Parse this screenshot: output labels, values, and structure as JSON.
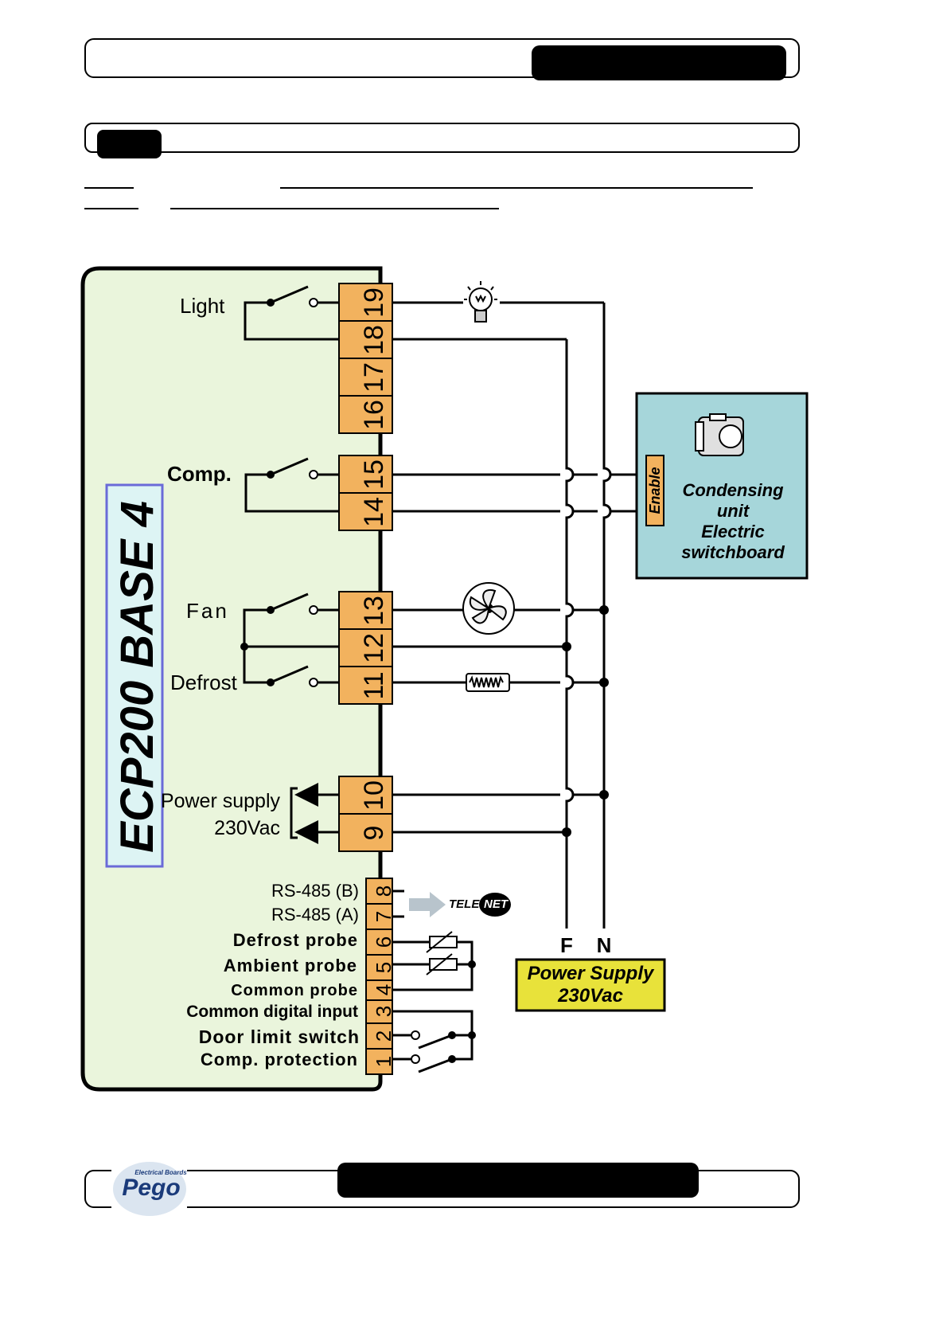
{
  "diagram": {
    "device_label": "ECP200 BASE 4",
    "outputs": {
      "light": "Light",
      "comp": "Comp.",
      "fan": "Fan",
      "defrost": "Defrost",
      "power_supply_line1": "Power supply",
      "power_supply_line2": "230Vac"
    },
    "inputs": [
      {
        "label": "RS-485 (B)",
        "terminal": "8"
      },
      {
        "label": "RS-485 (A)",
        "terminal": "7"
      },
      {
        "label": "Defrost probe",
        "terminal": "6"
      },
      {
        "label": "Ambient probe",
        "terminal": "5"
      },
      {
        "label": "Common probe",
        "terminal": "4"
      },
      {
        "label": "Common digital input",
        "terminal": "3"
      },
      {
        "label": "Door limit switch",
        "terminal": "2"
      },
      {
        "label": "Comp. protection",
        "terminal": "1"
      }
    ],
    "upper_terminals": [
      "19",
      "18",
      "17",
      "16",
      "15",
      "14",
      "13",
      "12",
      "11",
      "10",
      "9"
    ],
    "condensing_unit": {
      "enable": "Enable",
      "line1": "Condensing",
      "line2": "unit",
      "line3": "Electric",
      "line4": "switchboard"
    },
    "power_supply_box": {
      "line1": "Power Supply",
      "line2": "230Vac"
    },
    "lines": {
      "f": "F",
      "n": "N"
    },
    "telenet": {
      "part1": "TELE",
      "part2": "NET"
    },
    "logo": {
      "small": "Electrical Boards",
      "brand": "Pego"
    },
    "colors": {
      "panel": "#eaf5dc",
      "terminal": "#f2b25e",
      "condensing_box": "#a6d6da",
      "supply_box": "#e8e23a",
      "device_label_bg": "#ddf4f4",
      "device_label_border": "#6a6ad8"
    }
  }
}
